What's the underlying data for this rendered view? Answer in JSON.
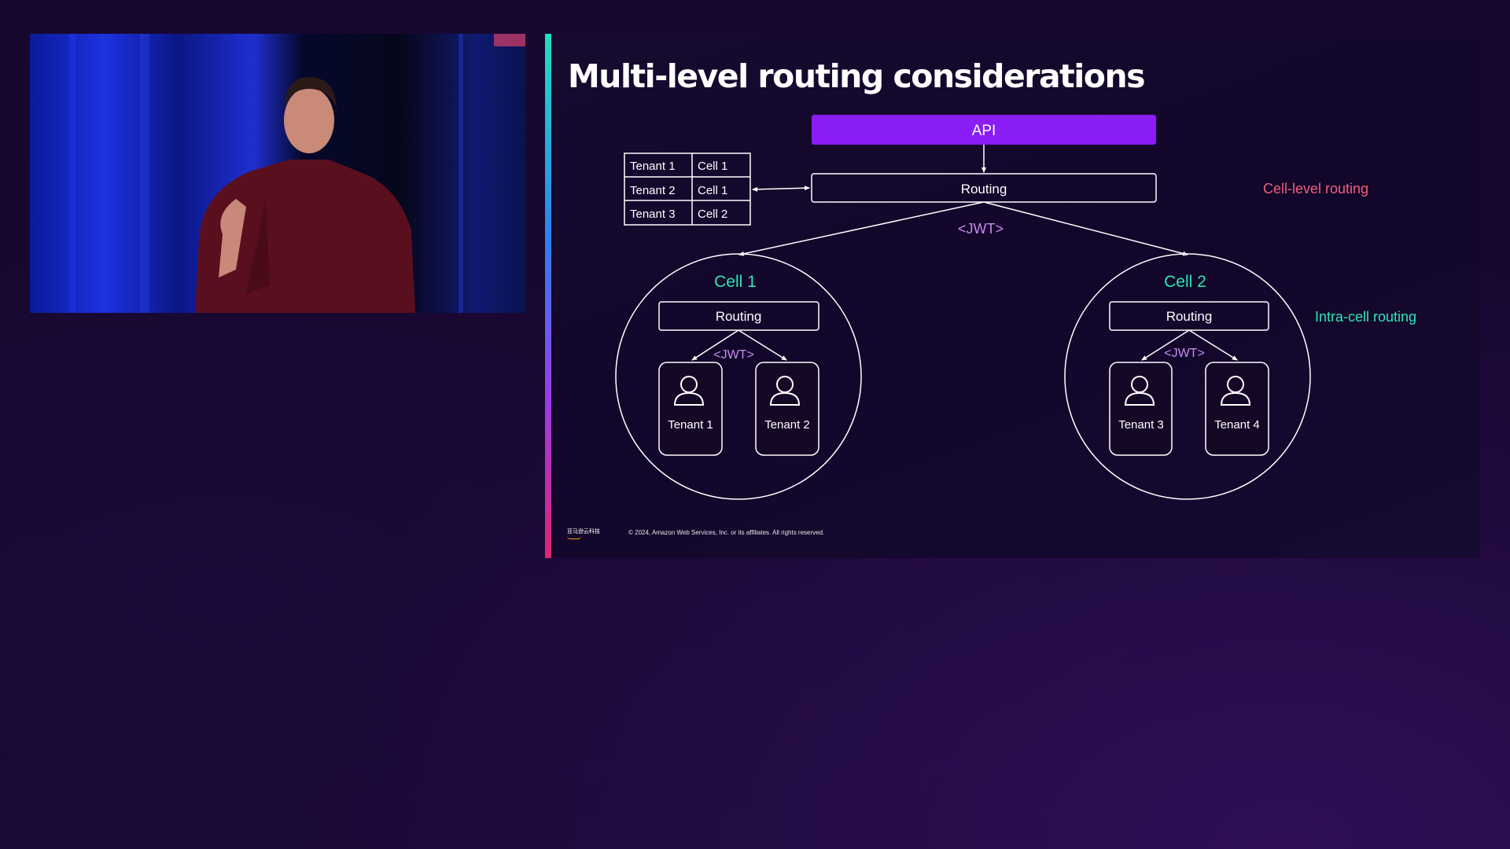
{
  "slide": {
    "title": "Multi-level routing considerations",
    "api_label": "API",
    "routing_label": "Routing",
    "jwt_label": "<JWT>",
    "cell_level_routing_label": "Cell-level routing",
    "intra_cell_routing_label": "Intra-cell routing",
    "tenant_table": {
      "rows": [
        [
          "Tenant 1",
          "Cell 1"
        ],
        [
          "Tenant 2",
          "Cell 1"
        ],
        [
          "Tenant 3",
          "Cell 2"
        ]
      ]
    },
    "cells": [
      {
        "name": "Cell 1",
        "routing_label": "Routing",
        "jwt_label": "<JWT>",
        "tenants": [
          "Tenant 1",
          "Tenant 2"
        ]
      },
      {
        "name": "Cell 2",
        "routing_label": "Routing",
        "jwt_label": "<JWT>",
        "tenants": [
          "Tenant 3",
          "Tenant 4"
        ]
      }
    ],
    "footer": {
      "logo_text": "亚马逊云科技",
      "copyright": "© 2024, Amazon Web Services, Inc. or its affiliates. All rights reserved."
    }
  },
  "colors": {
    "api_box": "#8a1cf5",
    "cell_name": "#2ee6b4",
    "cell_level_routing": "#f0607a",
    "intra_cell_routing": "#2ee6b4",
    "jwt": "#c78cf0",
    "line": "#ffffff"
  },
  "icons": {
    "tenant": "user-icon",
    "footer_logo": "aws-logo"
  }
}
